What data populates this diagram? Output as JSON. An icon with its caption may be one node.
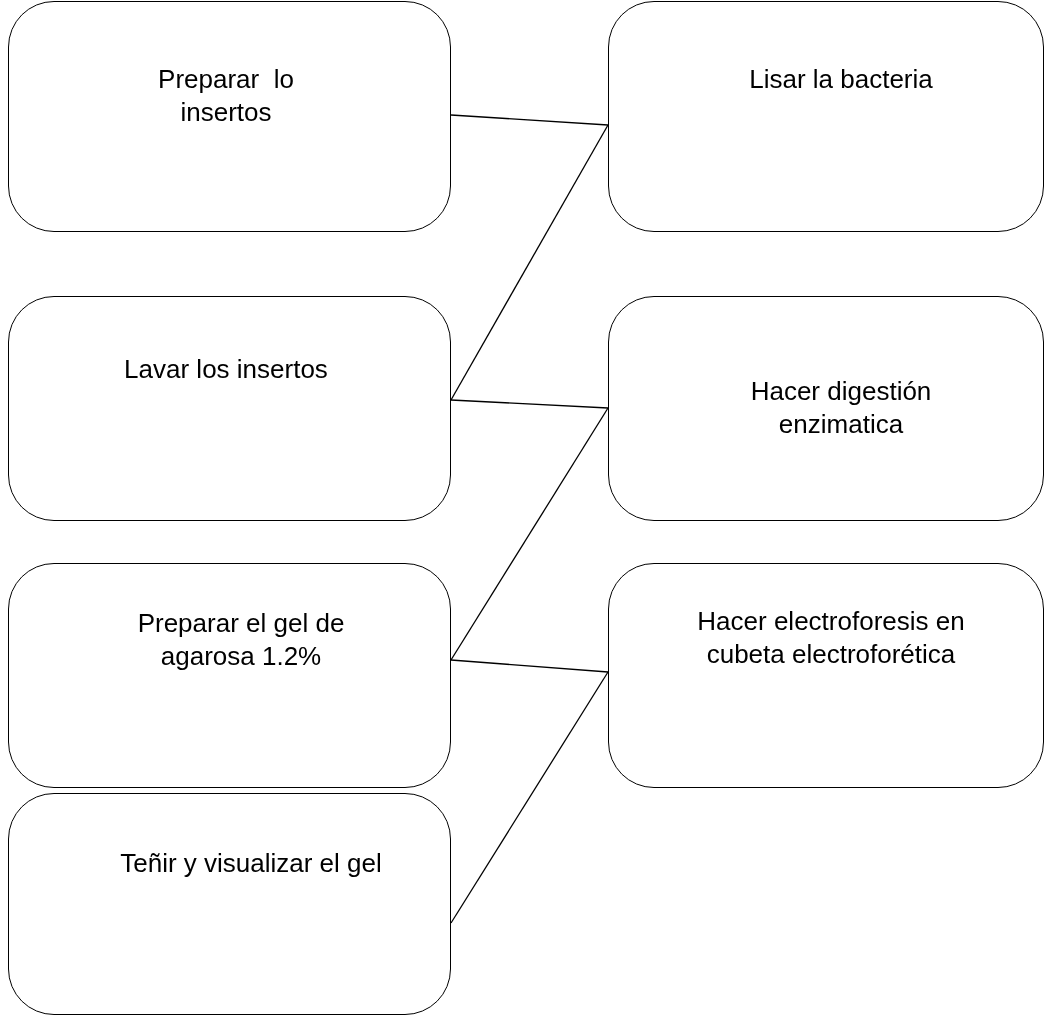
{
  "diagram": {
    "nodes": [
      {
        "text": [
          "Preparar  lo insertos"
        ]
      },
      {
        "text": [
          "Lisar la bacteria"
        ]
      },
      {
        "text": [
          "Lavar los insertos"
        ]
      },
      {
        "text": [
          "Hacer digestión enzimatica"
        ]
      },
      {
        "text": [
          "Preparar el gel de agarosa 1.2%"
        ]
      },
      {
        "text": [
          "Hacer electroforesis en cubeta electroforética"
        ]
      },
      {
        "text": [
          "Teñir y visualizar el gel"
        ]
      }
    ],
    "edges": [
      {
        "from": 0,
        "to": 1,
        "arrow": "none"
      },
      {
        "from": 1,
        "to": 2,
        "arrow": "none"
      },
      {
        "from": 2,
        "to": 3,
        "arrow": "none"
      },
      {
        "from": 3,
        "to": 4,
        "arrow": "none"
      },
      {
        "from": 4,
        "to": 5,
        "arrow": "none"
      },
      {
        "from": 5,
        "to": 6,
        "arrow": "none"
      }
    ]
  }
}
